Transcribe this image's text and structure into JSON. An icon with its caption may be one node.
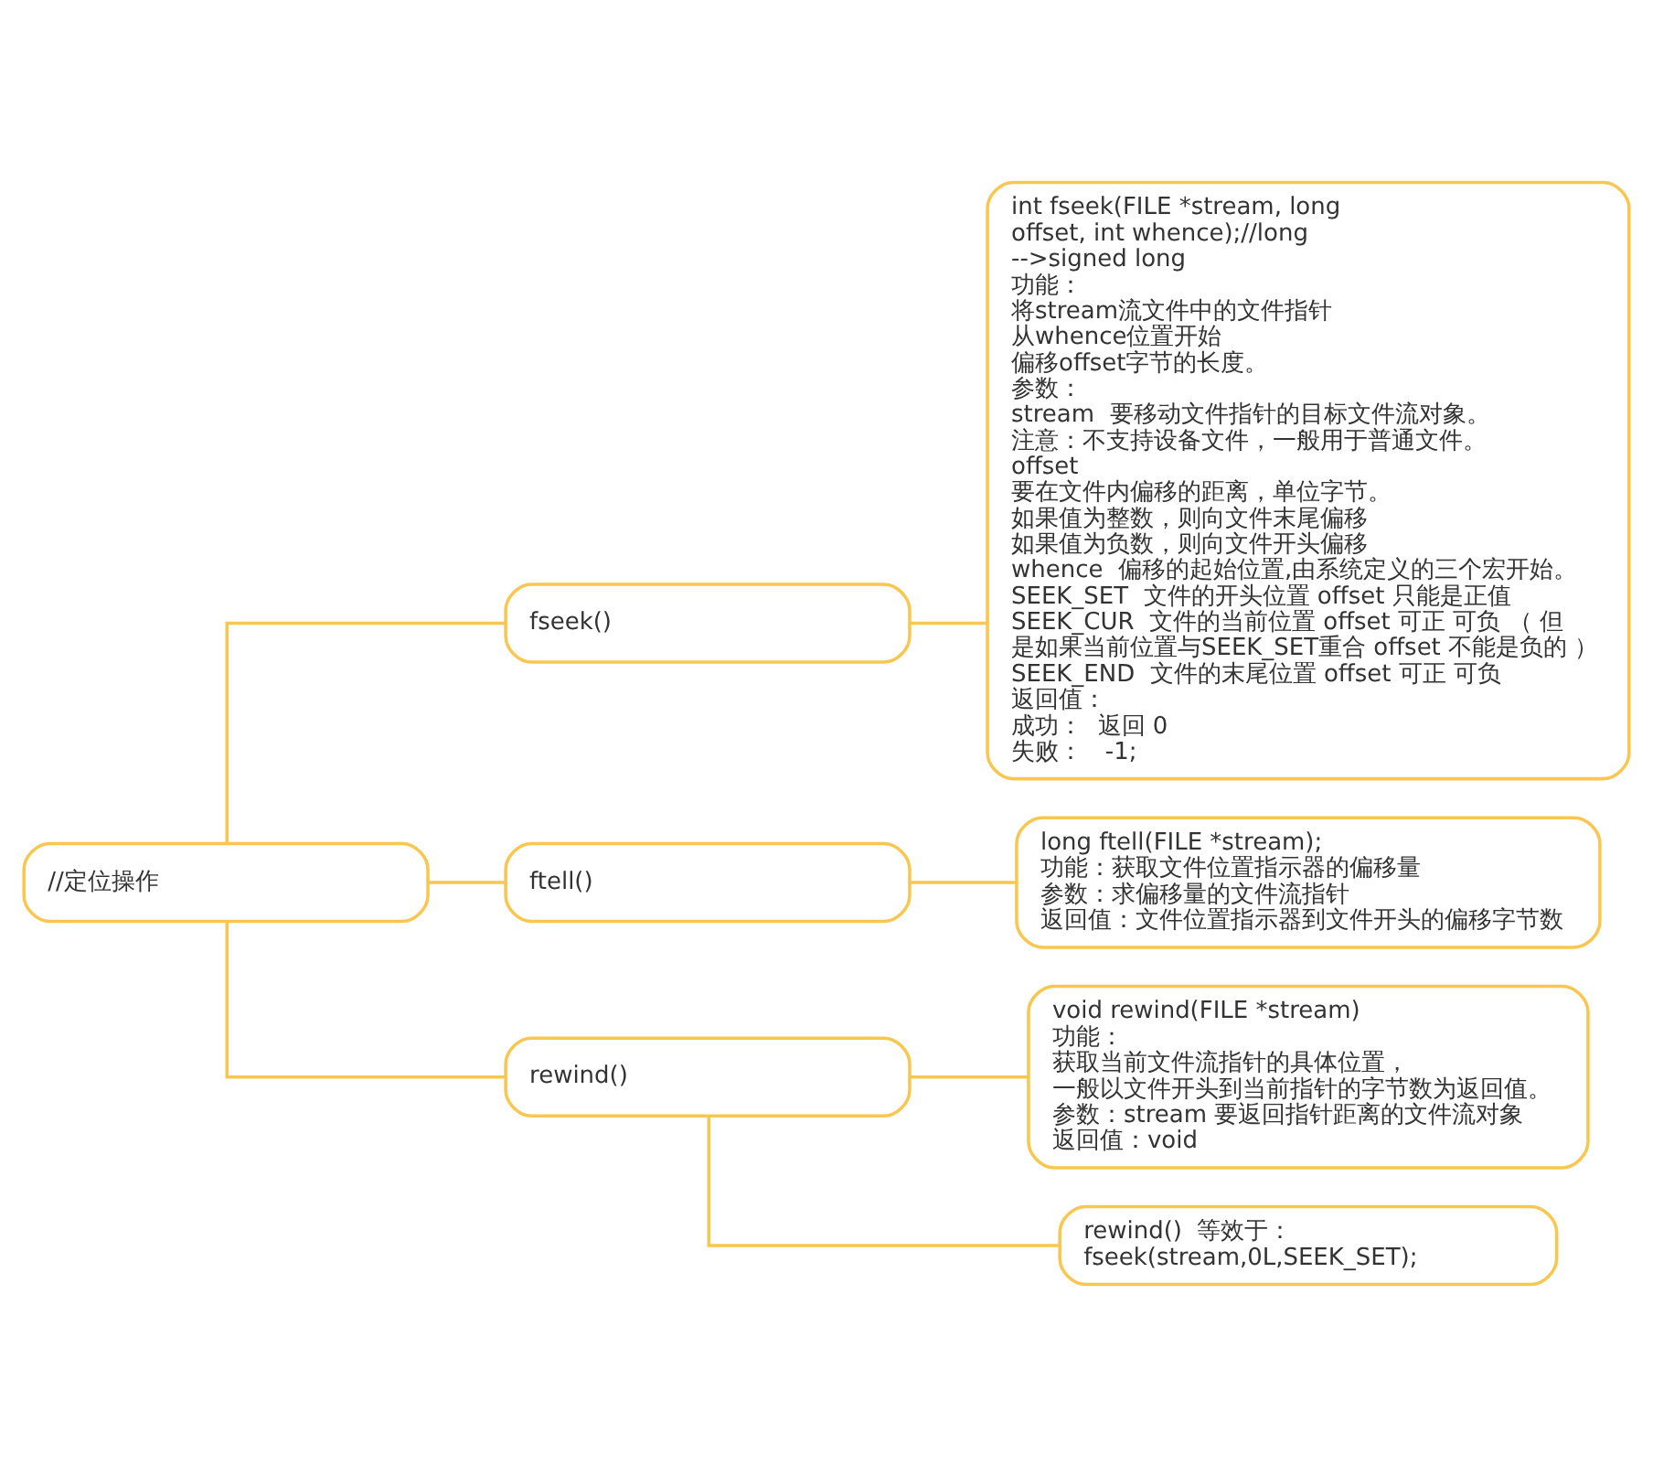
{
  "diagram": {
    "nodes": [
      {
        "text": [
          "//定位操作"
        ]
      },
      {
        "text": [
          "fseek()"
        ]
      },
      {
        "text": [
          "int fseek(FILE *stream, long offset, int whence);//long -->signed long",
          "功能：",
          "将stream流文件中的文件指针",
          "从whence位置开始",
          "偏移offset字节的长度。",
          "参数：",
          "stream  要移动文件指针的目标文件流对象。",
          "注意：不支持设备文件，一般用于普通文件。",
          "offset",
          "要在文件内偏移的距离，单位字节。",
          "如果值为整数，则向文件末尾偏移",
          "如果值为负数，则向文件开头偏移",
          "whence  偏移的起始位置,由系统定义的三个宏开始。",
          "SEEK_SET  文件的开头位置 offset 只能是正值",
          "SEEK_CUR  文件的当前位置 offset 可正 可负 （ 但是如果当前位置与SEEK_SET重合 offset 不能是负的 ）",
          "SEEK_END  文件的末尾位置 offset 可正 可负",
          "返回值：",
          "成功：  返回 0",
          "失败：   -1;"
        ]
      },
      {
        "text": [
          "ftell()"
        ]
      },
      {
        "text": [
          "long ftell(FILE *stream);",
          "功能：获取文件位置指示器的偏移量",
          "参数：求偏移量的文件流指针",
          "返回值：文件位置指示器到文件开头的偏移字节数"
        ]
      },
      {
        "text": [
          "rewind()"
        ]
      },
      {
        "text": [
          "void rewind(FILE *stream)",
          "功能：",
          "获取当前文件流指针的具体位置，",
          "一般以文件开头到当前指针的字节数为返回值。",
          "参数：stream 要返回指针距离的文件流对象",
          "返回值：void"
        ]
      },
      {
        "text": [
          "rewind()  等效于：",
          "fseek(stream,0L,SEEK_SET);"
        ]
      }
    ],
    "edges": [
      {
        "from": 0,
        "to": 1,
        "arrow": "none"
      },
      {
        "from": 1,
        "to": 2,
        "arrow": "none"
      },
      {
        "from": 0,
        "to": 3,
        "arrow": "none"
      },
      {
        "from": 3,
        "to": 4,
        "arrow": "none"
      },
      {
        "from": 0,
        "to": 5,
        "arrow": "none"
      },
      {
        "from": 5,
        "to": 6,
        "arrow": "none"
      },
      {
        "from": 5,
        "to": 7,
        "arrow": "none"
      }
    ]
  }
}
